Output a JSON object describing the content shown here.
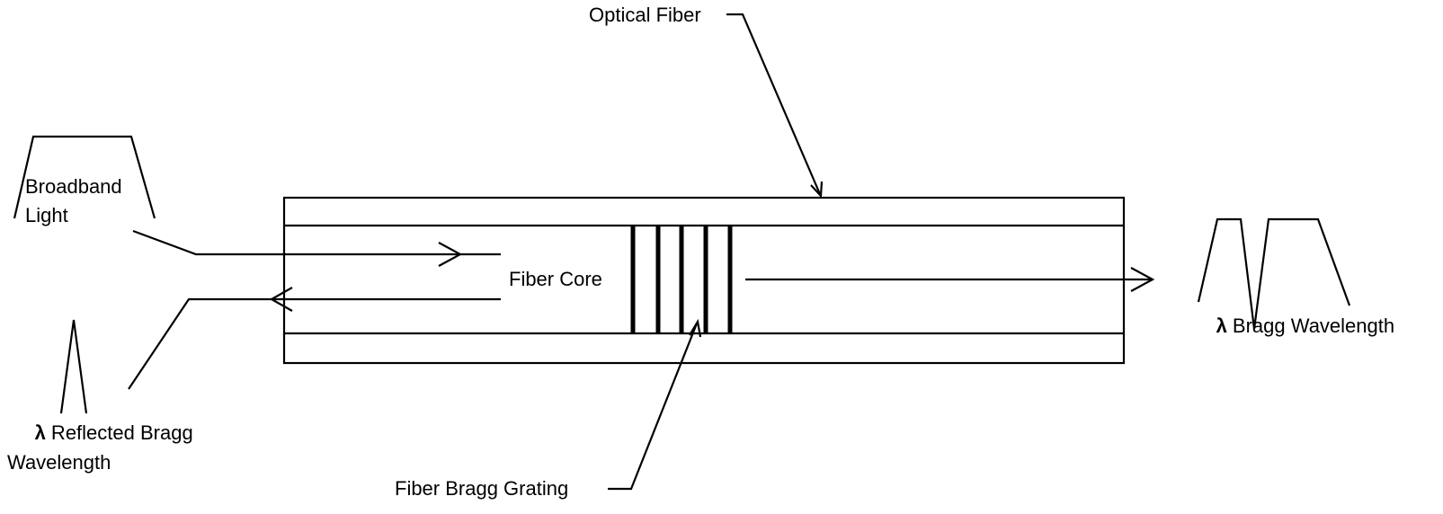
{
  "labels": {
    "optical_fiber": "Optical Fiber",
    "broadband_line1": "Broadband",
    "broadband_line2": "Light",
    "fiber_core": "Fiber Core",
    "fiber_bragg_grating": "Fiber Bragg Grating",
    "lambda_symbol": "λ",
    "bragg_wavelength": " Bragg Wavelength",
    "reflected_line1_rest": " Reflected Bragg",
    "reflected_line2": "Wavelength"
  },
  "colors": {
    "ink": "#000000",
    "background": "#ffffff"
  }
}
